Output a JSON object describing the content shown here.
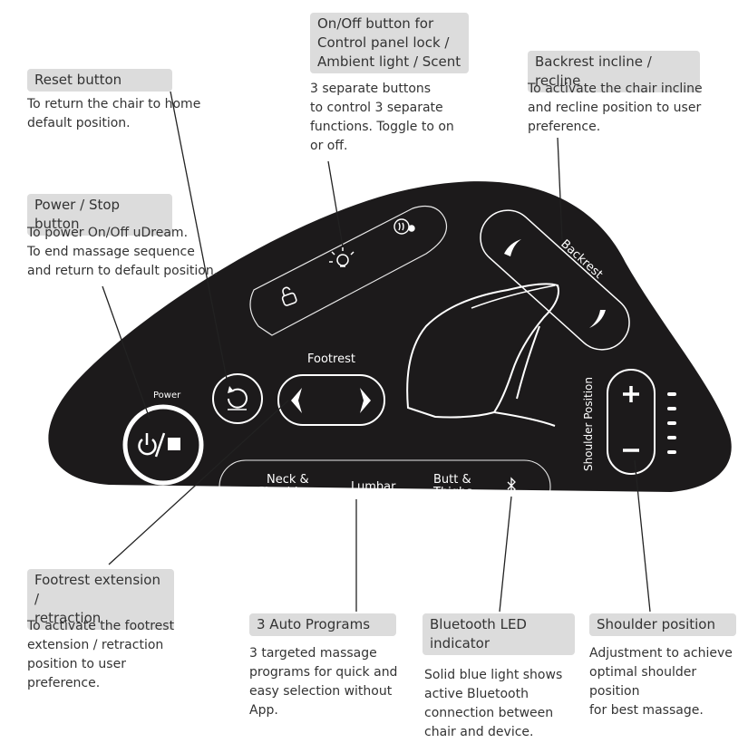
{
  "panel": {
    "power_label": "Power",
    "footrest_label": "Footrest",
    "backrest_label": "Backrest",
    "shoulder_label": "Shoulder Position",
    "programs": [
      {
        "line1": "Neck &",
        "line2": "Shoulders"
      },
      {
        "line1": "Lumbar",
        "line2": ""
      },
      {
        "line1": "Butt &",
        "line2": "Thighs"
      }
    ]
  },
  "callouts": {
    "reset": {
      "title": "Reset button",
      "text": "To return the chair to home\ndefault position."
    },
    "power": {
      "title": "Power / Stop button",
      "text": "To power On/Off uDream.\nTo end massage sequence\nand return to default position."
    },
    "onoff": {
      "title_lines": [
        "On/Off button for",
        "Control panel lock /",
        "Ambient light / Scent"
      ],
      "text": "3 separate buttons\nto control 3 separate\nfunctions. Toggle to on\nor off."
    },
    "backrest": {
      "title": "Backrest incline / recline",
      "text": "To activate the chair incline\nand recline position to user\npreference."
    },
    "footrest": {
      "title_lines": [
        "Footrest extension /",
        "retraction"
      ],
      "text": "To activate the footrest\nextension / retraction\nposition to user\npreference."
    },
    "programs": {
      "title": "3 Auto Programs",
      "text": "3 targeted massage\nprograms for quick and\neasy selection without\nApp."
    },
    "bluetooth": {
      "title_lines": [
        "Bluetooth LED",
        "indicator"
      ],
      "text": "Solid blue light shows\nactive Bluetooth\nconnection between\nchair and device."
    },
    "shoulder": {
      "title": "Shoulder position",
      "text": "Adjustment to achieve\noptimal shoulder position\nfor best massage."
    }
  },
  "icons": [
    "power-stop-icon",
    "reset-icon",
    "lock-icon",
    "ambient-light-icon",
    "scent-icon",
    "footrest-left-arrow-icon",
    "footrest-right-arrow-icon",
    "backrest-up-icon",
    "backrest-down-icon",
    "plus-icon",
    "minus-icon",
    "bluetooth-icon",
    "chair-silhouette-icon",
    "shoulder-level-indicator-icon"
  ],
  "colors": {
    "panel": "#1c1a1b",
    "label_bg": "#dcdcdc",
    "text": "#333333",
    "panel_line": "#ffffff"
  }
}
